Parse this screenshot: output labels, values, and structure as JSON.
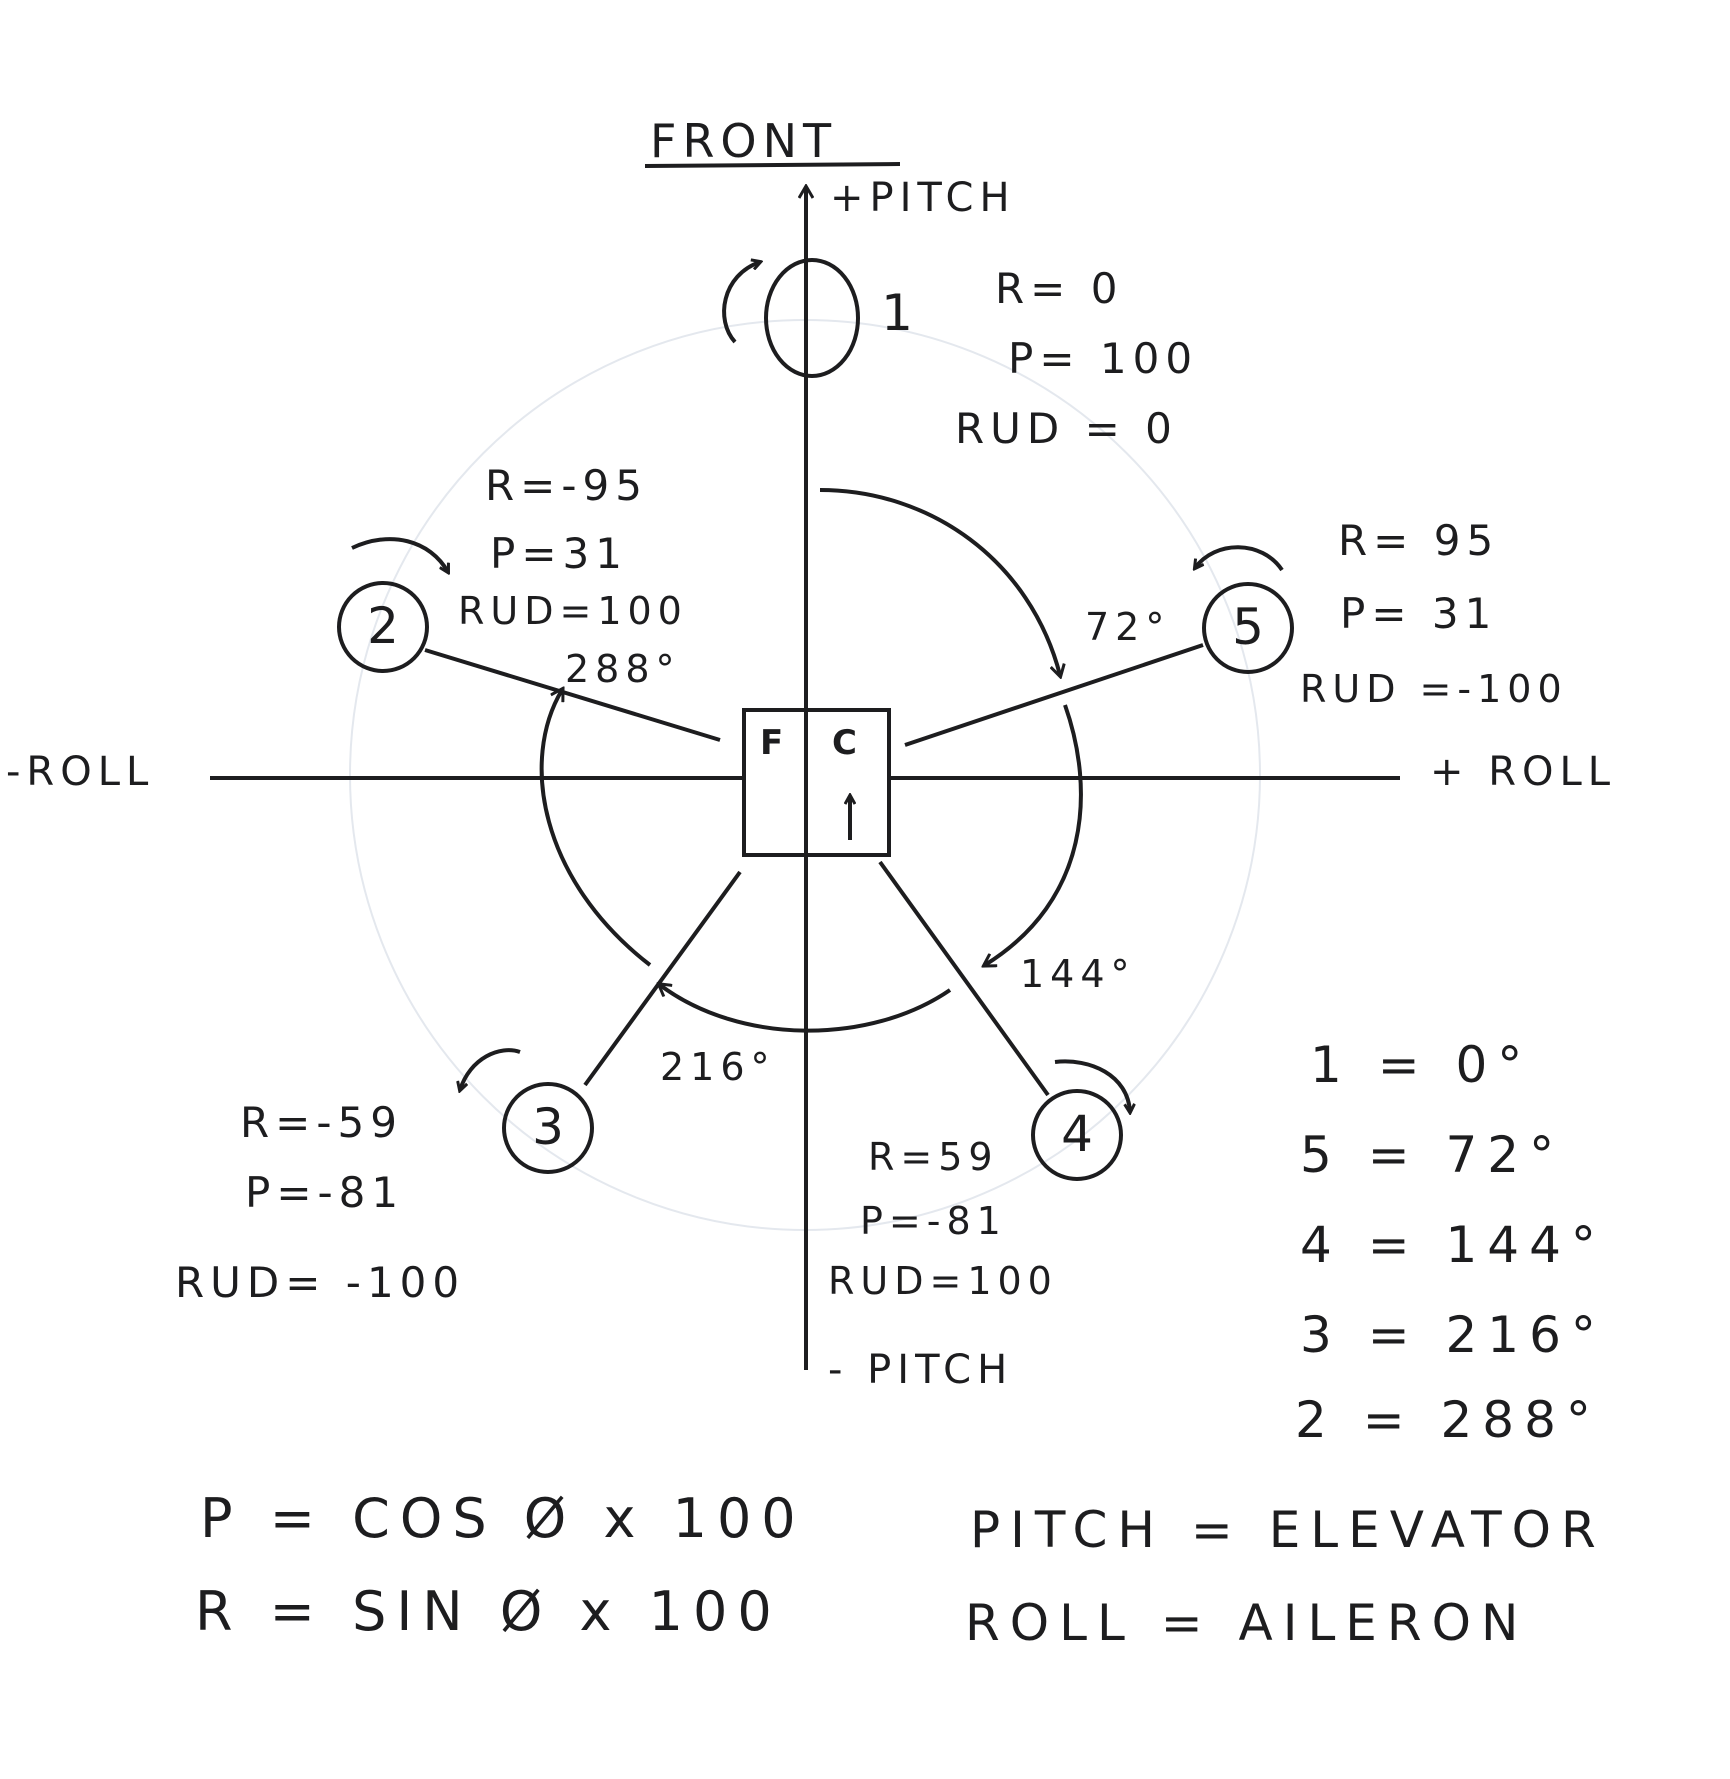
{
  "title": "FRONT",
  "axes": {
    "pos_pitch": "+PITCH",
    "neg_pitch": "- PITCH",
    "neg_roll": "-ROLL",
    "pos_roll": "+ ROLL"
  },
  "flight_controller": {
    "label_left": "F",
    "label_right": "C",
    "arrow": "↑"
  },
  "motors": [
    {
      "id": "1",
      "angle": 0,
      "angle_label": "",
      "r": "R= 0",
      "p": "P= 100",
      "rud": "RUD = 0"
    },
    {
      "id": "5",
      "angle": 72,
      "angle_label": "72°",
      "r": "R= 95",
      "p": "P= 31",
      "rud": "RUD =-100"
    },
    {
      "id": "4",
      "angle": 144,
      "angle_label": "144°",
      "r": "R=59",
      "p": "P=-81",
      "rud": "RUD=100"
    },
    {
      "id": "3",
      "angle": 216,
      "angle_label": "216°",
      "r": "R=-59",
      "p": "P=-81",
      "rud": "RUD= -100"
    },
    {
      "id": "2",
      "angle": 288,
      "angle_label": "288°",
      "r": "R=-95",
      "p": "P=31",
      "rud": "RUD=100"
    }
  ],
  "legend": [
    "1 = 0°",
    "5 = 72°",
    "4 = 144°",
    "3 = 216°",
    "2 = 288°"
  ],
  "formulas": [
    "P = COS Ø x 100",
    "R = SIN Ø x 100"
  ],
  "definitions": [
    "PITCH = ELEVATOR",
    "ROLL = AILERON"
  ],
  "colors": {
    "ink": "#1d1d1f",
    "paper": "#ffffff",
    "faint_circle": "#e4e8ee"
  }
}
